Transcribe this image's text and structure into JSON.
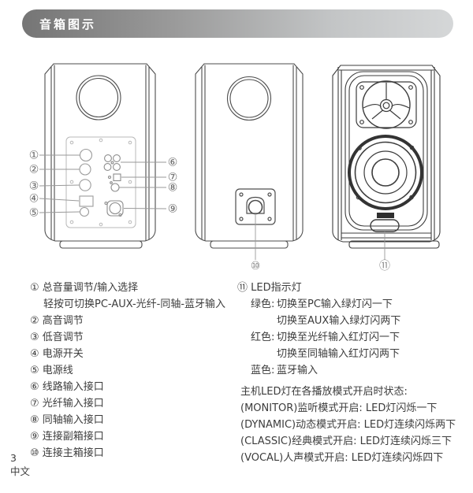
{
  "header": {
    "title": "音箱图示"
  },
  "diagram": {
    "callouts": {
      "n1": "①",
      "n2": "②",
      "n3": "③",
      "n4": "④",
      "n5": "⑤",
      "n6": "⑥",
      "n7": "⑦",
      "n8": "⑧",
      "n9": "⑨",
      "n10": "⑩",
      "n11": "⑪"
    }
  },
  "legend": {
    "lines": [
      "① 总音量调节/输入选择",
      "轻按可切换PC-AUX-光纤-同轴-蓝牙输入",
      "② 高音调节",
      "③ 低音调节",
      "④ 电源开关",
      "⑤ 电源线",
      "⑥ 线路输入接口",
      "⑦ 光纤输入接口",
      "⑧ 同轴输入接口",
      "⑨ 连接副箱接口",
      "⑩ 连接主箱接口"
    ]
  },
  "led": {
    "title": "⑪ LED指示灯",
    "rows": [
      {
        "label": "绿色:",
        "text": "切换至PC输入绿灯闪一下"
      },
      {
        "label": "",
        "text": "切换至AUX输入绿灯闪两下"
      },
      {
        "label": "红色:",
        "text": "切换至光纤输入红灯闪一下"
      },
      {
        "label": "",
        "text": "切换至同轴输入红灯闪两下"
      },
      {
        "label": "蓝色:",
        "text": "蓝牙输入"
      }
    ]
  },
  "modes": {
    "intro": "主机LED灯在各播放模式开启时状态:",
    "lines": [
      "(MONITOR)监听模式开启: LED灯闪烁一下",
      "(DYNAMIC)动态模式开启: LED灯连续闪烁两下",
      "(CLASSIC)经典模式开启: LED灯连续闪烁三下",
      "(VOCAL)人声模式开启: LED灯连续闪烁四下"
    ]
  },
  "footer": {
    "page_number": "3",
    "language": "中文"
  }
}
